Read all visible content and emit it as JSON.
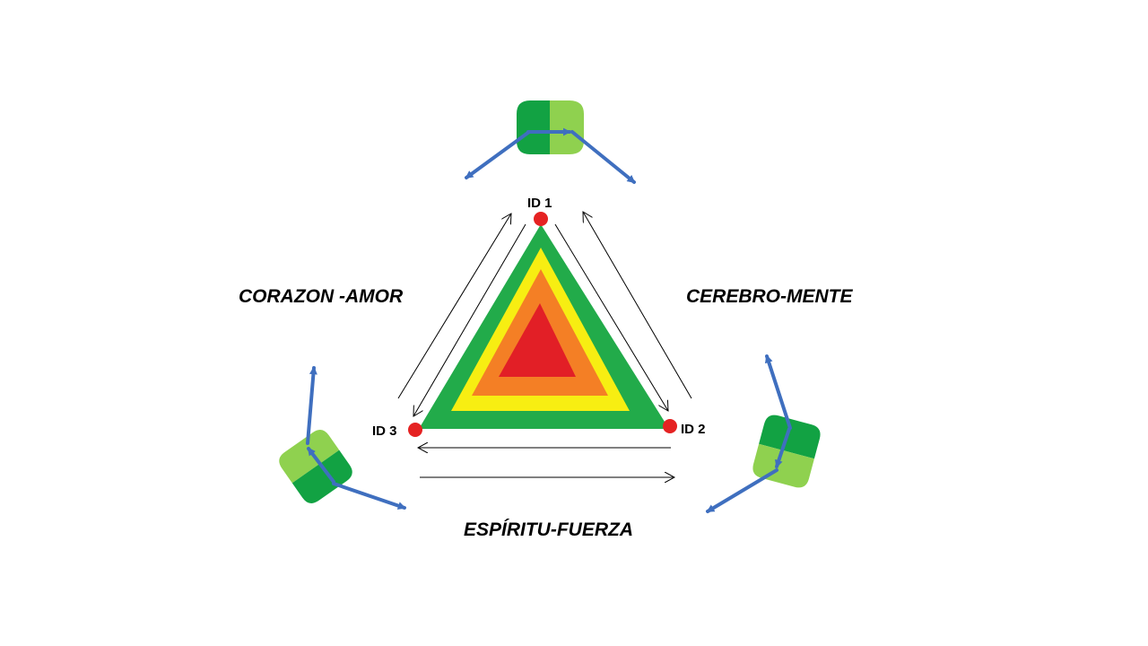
{
  "nodes": {
    "top": "ID 1",
    "right": "ID 2",
    "left": "ID 3"
  },
  "sides": {
    "left": "CORAZON -AMOR",
    "right": "CEREBRO-MENTE",
    "bottom": "ESPÍRITU-FUERZA"
  },
  "colors": {
    "outer_layer": "#22ab4a",
    "yellow_layer": "#f7ee12",
    "orange_layer": "#f47f25",
    "core_layer": "#e21f26",
    "node_dot": "#e52222",
    "capsule_dark": "#12a243",
    "capsule_light": "#8fd14f",
    "vector_arrow": "#3f6fbf"
  }
}
